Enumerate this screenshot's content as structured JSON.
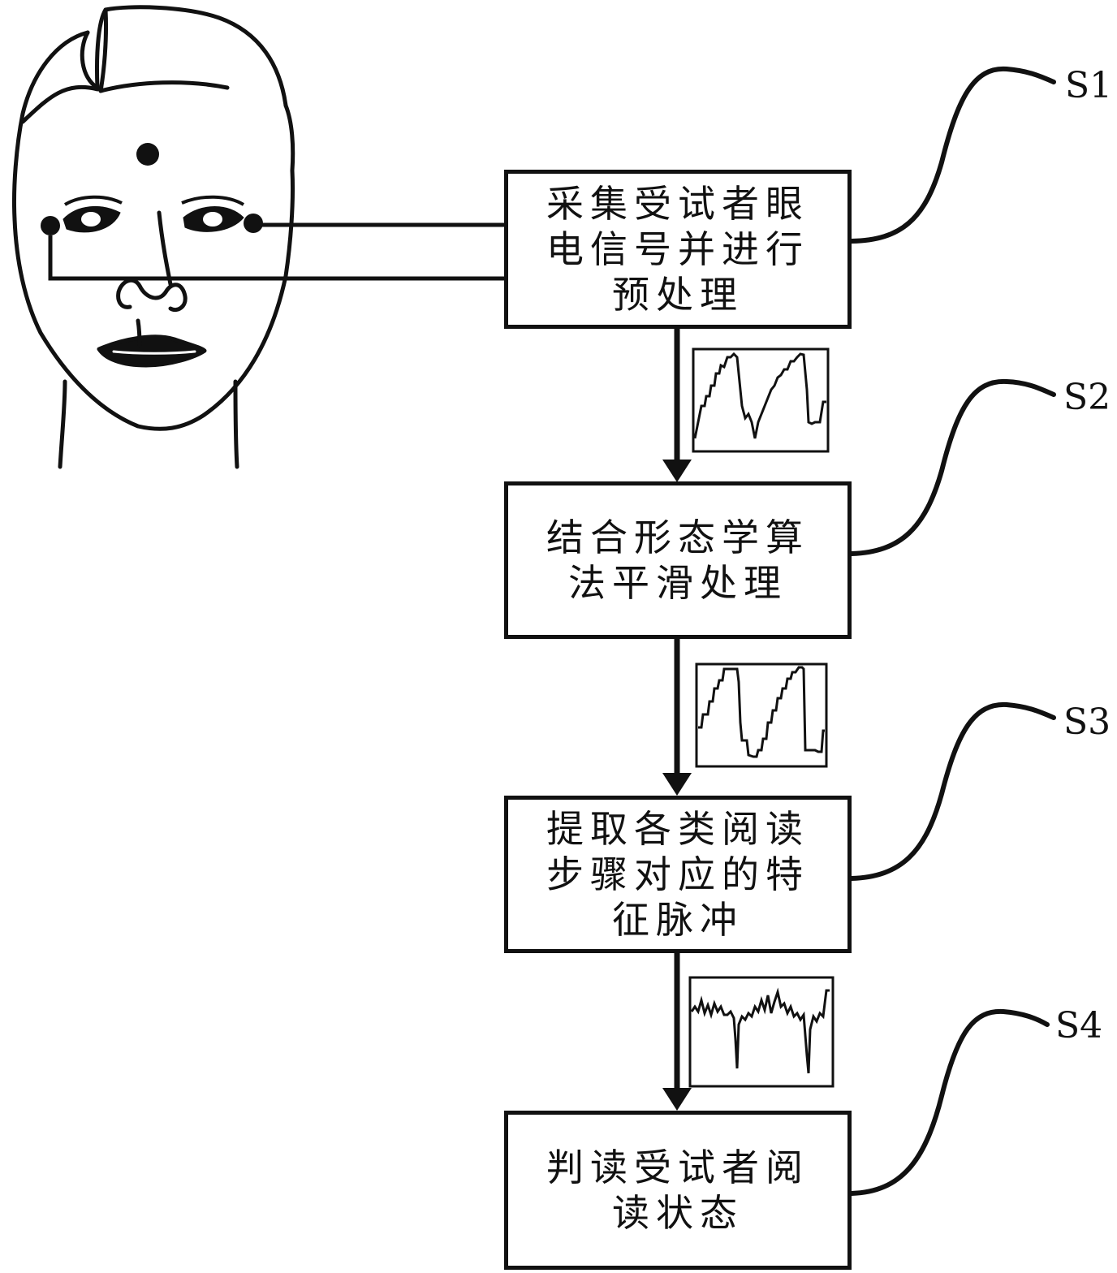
{
  "steps": [
    {
      "id": "S1",
      "lines": [
        "采集受试者眼",
        "电信号并进行",
        "预处理"
      ]
    },
    {
      "id": "S2",
      "lines": [
        "结合形态学算",
        "法平滑处理"
      ]
    },
    {
      "id": "S3",
      "lines": [
        "提取各类阅读",
        "步骤对应的特",
        "征脉冲"
      ]
    },
    {
      "id": "S4",
      "lines": [
        "判读受试者阅",
        "读状态"
      ]
    }
  ],
  "colors": {
    "stroke": "#111111",
    "background": "#ffffff"
  },
  "icons": [
    "head-icon",
    "electrode-icon",
    "signal-waveform-icon",
    "arrow-down-icon"
  ]
}
